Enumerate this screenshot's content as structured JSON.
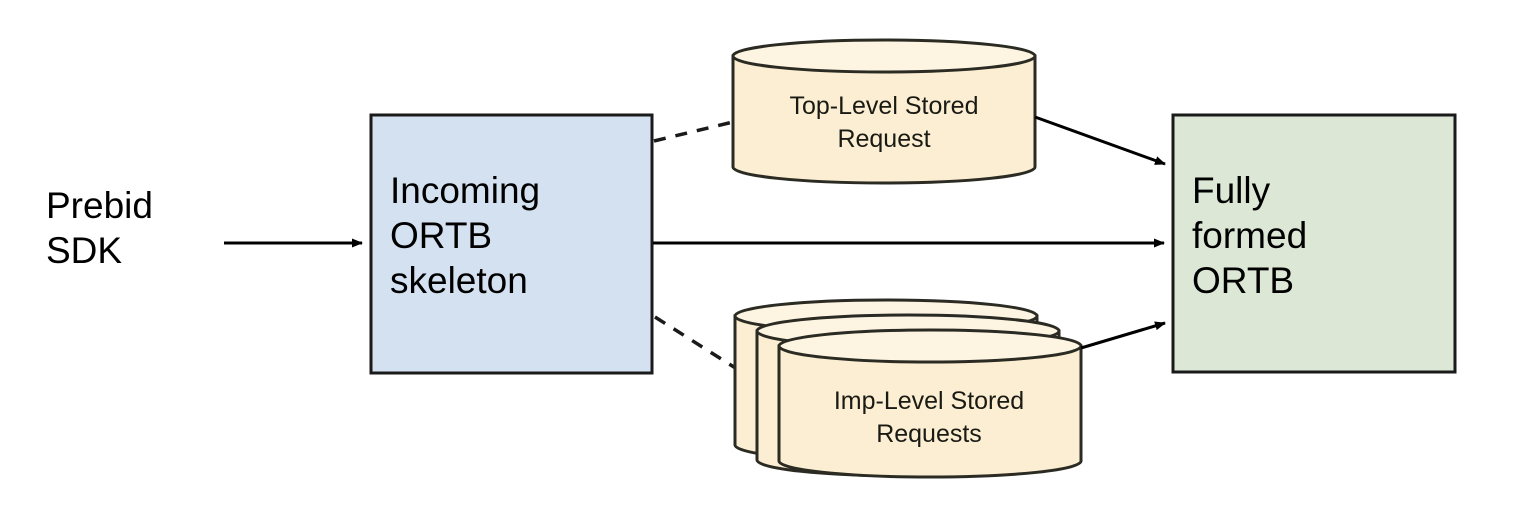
{
  "diagram": {
    "title": "Prebid Server ORTB stored-request merge flow",
    "background": "#ffffff",
    "nodes": {
      "source": {
        "label": "Prebid\nSDK",
        "kind": "plain-text",
        "text_color": "#000000"
      },
      "incoming": {
        "label": "Incoming\nORTB\nskeleton",
        "kind": "rectangle",
        "fill": "#d4e1f0",
        "stroke": "#1a1a1a",
        "text_color": "#000000"
      },
      "top_level_store": {
        "label": "Top-Level Stored\nRequest",
        "kind": "cylinder",
        "fill": "#fbeed2",
        "stroke": "#2b2b23",
        "text_color": "#1a1a14"
      },
      "imp_level_store": {
        "label": "Imp-Level Stored\nRequests",
        "kind": "cylinder-stack",
        "stack_count": 3,
        "fill": "#fbeed2",
        "stroke": "#2b2b23",
        "text_color": "#1a1a14"
      },
      "output": {
        "label": "Fully\nformed\nORTB",
        "kind": "rectangle",
        "fill": "#dce8d5",
        "stroke": "#1a1a1a",
        "text_color": "#000000"
      }
    },
    "edges": [
      {
        "name": "sdk-to-incoming",
        "from": "source",
        "to": "incoming",
        "style": "solid",
        "arrow": "end",
        "color": "#000000"
      },
      {
        "name": "incoming-to-top-level-store",
        "from": "incoming",
        "to": "top_level_store",
        "style": "dashed",
        "arrow": "none",
        "color": "#1a1a1a"
      },
      {
        "name": "incoming-to-imp-level-store",
        "from": "incoming",
        "to": "imp_level_store",
        "style": "dashed",
        "arrow": "none",
        "color": "#1a1a1a"
      },
      {
        "name": "incoming-to-output",
        "from": "incoming",
        "to": "output",
        "style": "solid",
        "arrow": "end",
        "color": "#000000"
      },
      {
        "name": "top-level-store-to-output",
        "from": "top_level_store",
        "to": "output",
        "style": "solid",
        "arrow": "end",
        "color": "#000000"
      },
      {
        "name": "imp-level-store-to-output",
        "from": "imp_level_store",
        "to": "output",
        "style": "solid",
        "arrow": "end",
        "color": "#000000"
      }
    ]
  }
}
